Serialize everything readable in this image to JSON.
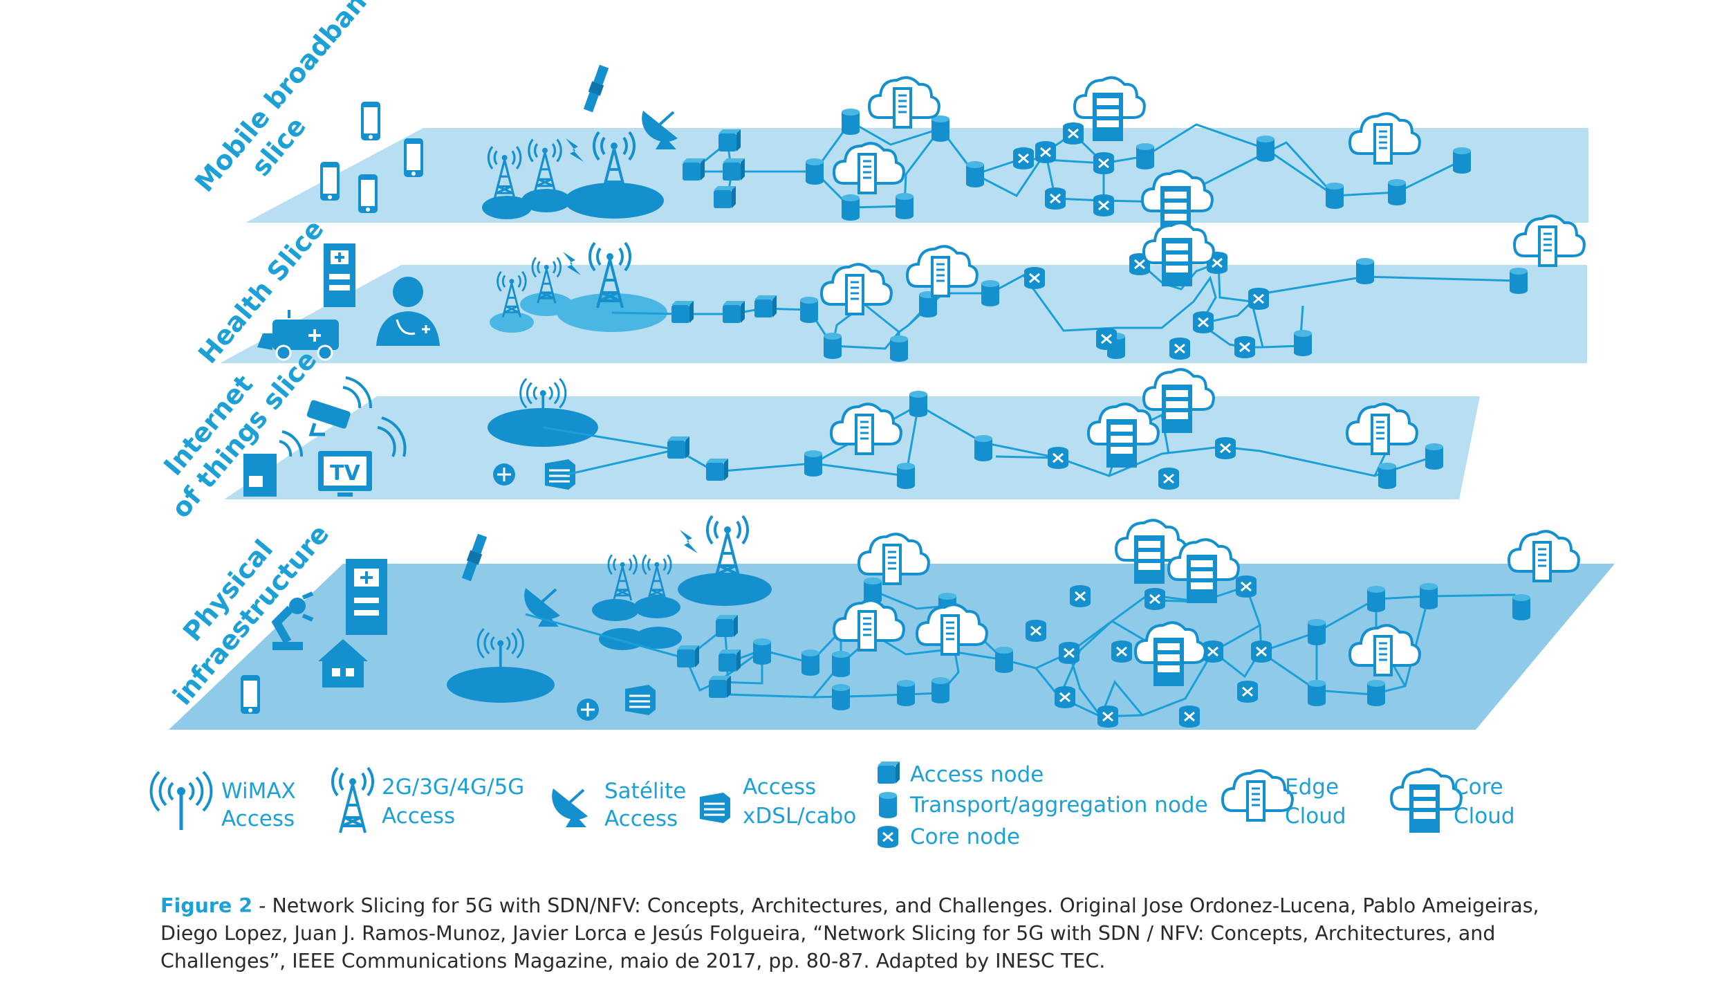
{
  "slices": [
    {
      "id": "mbb",
      "lines": [
        "Mobile broadband",
        "slice"
      ]
    },
    {
      "id": "health",
      "lines": [
        "Health Slice"
      ]
    },
    {
      "id": "iot",
      "lines": [
        "Internet",
        "of things slice"
      ]
    },
    {
      "id": "phys",
      "lines": [
        "Physical",
        "infraestructure"
      ]
    }
  ],
  "legend": {
    "wimax": [
      "WiMAX",
      "Access"
    ],
    "cellular": [
      "2G/3G/4G/5G",
      "Access"
    ],
    "satellite": [
      "Satélite",
      "Access"
    ],
    "xdsl": [
      "Access",
      "xDSL/cabo"
    ],
    "access_node": "Access node",
    "transport_node": "Transport/aggregation node",
    "core_node": "Core node",
    "edge_cloud": [
      "Edge",
      "Cloud"
    ],
    "core_cloud": [
      "Core",
      "Cloud"
    ]
  },
  "caption": {
    "figure_label": "Figure 2",
    "text": " - Network Slicing for 5G with SDN/NFV: Concepts, Architectures, and Challenges. Original Jose Ordonez-Lucena, Pablo Ameigeiras, Diego Lopez, Juan J. Ramos-Munoz, Javier Lorca e Jesús Folgueira, “Network Slicing for 5G with SDN / NFV: Concepts, Architectures, and Challenges”, IEEE Communications Magazine, maio de 2017, pp. 80-87. Adapted by INESC TEC."
  },
  "colors": {
    "accent": "#1ca0d6",
    "plane": "#b8dff1",
    "plane_phys": "#8fcbe9",
    "icon": "#1590cf",
    "text": "#2a2a2a"
  }
}
